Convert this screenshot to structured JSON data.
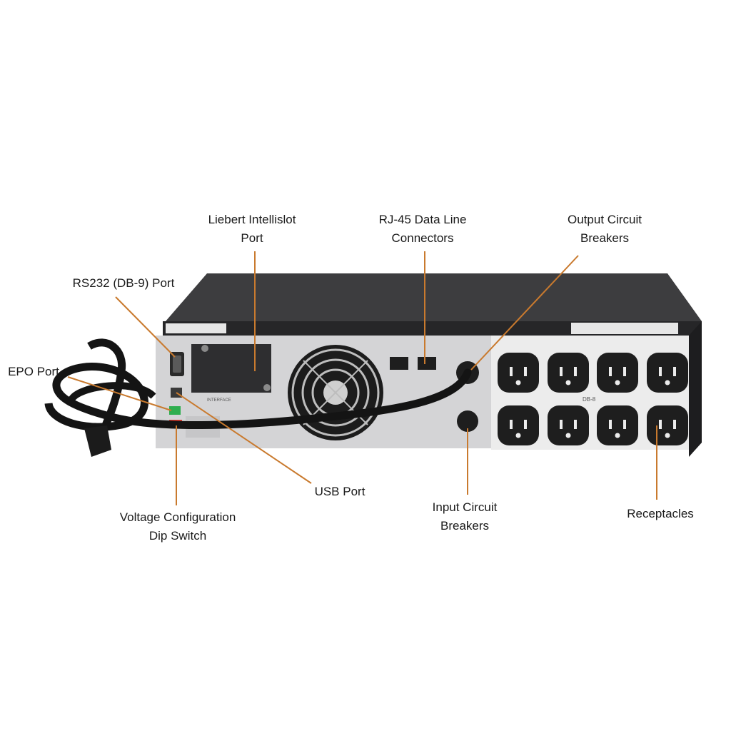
{
  "labels": {
    "liebert_line1": "Liebert Intellislot",
    "liebert_line2": "Port",
    "rj45_line1": "RJ-45 Data Line",
    "rj45_line2": "Connectors",
    "output_cb_line1": "Output Circuit",
    "output_cb_line2": "Breakers",
    "rs232": "RS232 (DB-9) Port",
    "epo": "EPO Port",
    "usb": "USB Port",
    "voltage_line1": "Voltage Configuration",
    "voltage_line2": "Dip Switch",
    "input_cb_line1": "Input Circuit",
    "input_cb_line2": "Breakers",
    "receptacles": "Receptacles"
  },
  "panel_text": {
    "interface": "INTERFACE",
    "outlet_group": "DB-8"
  },
  "colors": {
    "leader_line": "#c97a2e",
    "chassis_top": "#3b3b3b",
    "rear_panel": "#d6d6d8",
    "outlet": "#1e1e1e",
    "cable": "#141414",
    "dip_switch": "#e23b2e",
    "epo_connector": "#2fae4f"
  }
}
